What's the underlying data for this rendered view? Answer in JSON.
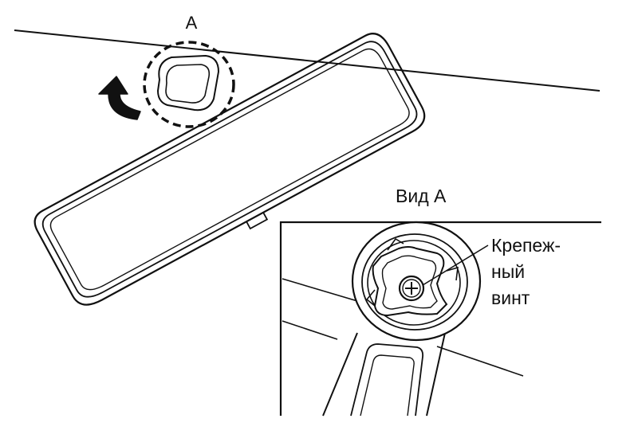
{
  "labels": {
    "callout": "A",
    "view_title": "Вид А",
    "screw_line1": "Крепеж-",
    "screw_line2": "ный",
    "screw_line3": "винт"
  },
  "colors": {
    "line": "#111111",
    "background": "#ffffff"
  },
  "icons": {
    "rotation_arrow": "curved-arrow-icon",
    "screw": "phillips-screw-icon"
  }
}
